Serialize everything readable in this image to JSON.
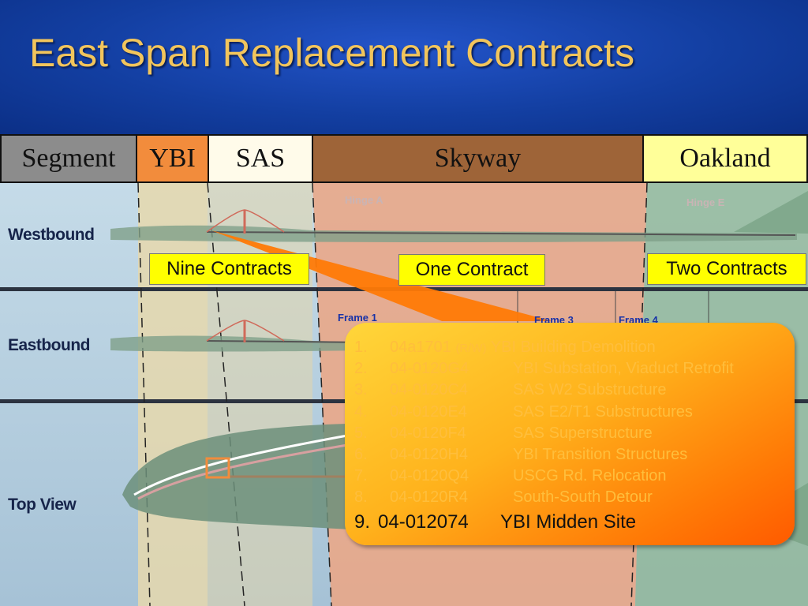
{
  "slide": {
    "title": "East Span Replacement Contracts"
  },
  "segments": [
    {
      "label": "Segment",
      "color": "#8c8c8c"
    },
    {
      "label": "YBI",
      "color": "#f28c3c"
    },
    {
      "label": "SAS",
      "color": "#fffbea"
    },
    {
      "label": "Skyway",
      "color": "#9e6438"
    },
    {
      "label": "Oakland",
      "color": "#ffff99"
    }
  ],
  "zones": {
    "ybi": "#e6d8ad",
    "skyway": "#e9a788",
    "oakland": "#8fb692",
    "water": "#b7cfe0"
  },
  "diagram": {
    "rows": [
      {
        "label": "Westbound"
      },
      {
        "label": "Eastbound"
      },
      {
        "label": "Top View"
      }
    ],
    "hinges": [
      {
        "label": "Hinge A"
      },
      {
        "label": "Hinge E"
      }
    ],
    "frames": [
      {
        "label": "Frame 1"
      },
      {
        "label": "Frame 3"
      },
      {
        "label": "Frame 4"
      }
    ]
  },
  "contract_groups": [
    {
      "label": "Nine Contracts"
    },
    {
      "label": "One Contract"
    },
    {
      "label": "Two Contracts"
    }
  ],
  "contracts": [
    {
      "number": "1.",
      "code": "04a1701",
      "note": "(R/W)",
      "description": "YBI Building Demolition"
    },
    {
      "number": "2.",
      "code": "04-0120G4",
      "description": "YBI Substation,  Viaduct Retrofit"
    },
    {
      "number": "3.",
      "code": "04-0120C4",
      "description": "SAS W2 Substructure"
    },
    {
      "number": "4.",
      "code": "04-0120E4",
      "description": "SAS E2/T1 Substructures"
    },
    {
      "number": "5.",
      "code": "04-0120F4",
      "description": "SAS Superstructure"
    },
    {
      "number": "6.",
      "code": "04-0120H4",
      "description": "YBI Transition Structures"
    },
    {
      "number": "7.",
      "code": "04-0120Q4",
      "description": "USCG Rd. Relocation"
    },
    {
      "number": "8.",
      "code": "04-0120R4",
      "description": "South-South Detour"
    },
    {
      "number": "9.",
      "code": "04-012074",
      "description": "YBI Midden Site"
    }
  ]
}
